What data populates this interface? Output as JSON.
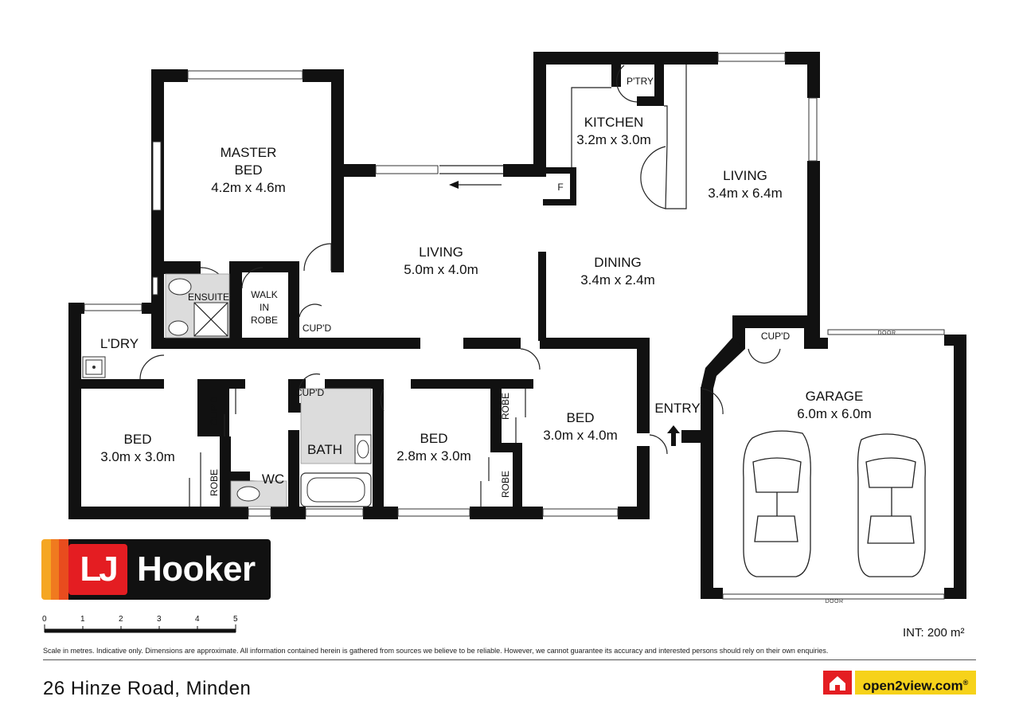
{
  "rooms": {
    "master_bed": {
      "name_line1": "MASTER",
      "name_line2": "BED",
      "size": "4.2m x 4.6m"
    },
    "kitchen": {
      "name": "KITCHEN",
      "size": "3.2m x 3.0m"
    },
    "pantry": "P'TRY",
    "fridge": "F",
    "living_right": {
      "name": "LIVING",
      "size": "3.4m x 6.4m"
    },
    "living_center": {
      "name": "LIVING",
      "size": "5.0m x 4.0m"
    },
    "dining": {
      "name": "DINING",
      "size": "3.4m x 2.4m"
    },
    "ensuite": "ENSUITE",
    "walk_in_robe": {
      "line1": "WALK",
      "line2": "IN",
      "line3": "ROBE"
    },
    "cupd_hall": "CUP'D",
    "laundry": "L'DRY",
    "cupd_garage": "CUP'D",
    "garage": {
      "name": "GARAGE",
      "size": "6.0m x 6.0m"
    },
    "garage_door_top": "DOOR",
    "garage_door_bottom": "DOOR",
    "entry": "ENTRY",
    "bed_left": {
      "name": "BED",
      "size": "3.0m x 3.0m"
    },
    "cupd_vertical": "CUP'D",
    "robe_left": "ROBE",
    "cupd_bath": "CUP'D",
    "bath": "BATH",
    "wc": "WC",
    "bed_middle": {
      "name": "BED",
      "size": "2.8m x 3.0m"
    },
    "robe_mid_top": "ROBE",
    "robe_mid_bottom": "ROBE",
    "bed_right": {
      "name": "BED",
      "size": "3.0m x 4.0m"
    }
  },
  "scale": {
    "ticks": [
      "0",
      "1",
      "2",
      "3",
      "4",
      "5"
    ]
  },
  "disclaimer": "Scale in metres. Indicative only. Dimensions are approximate. All information contained herein is gathered from sources we believe to be reliable. However, we cannot guarantee its accuracy and interested persons should rely on their own enquiries.",
  "address": "26 Hinze Road, Minden",
  "internal_area": "INT: 200 m²",
  "logo": {
    "lj": "LJ",
    "name": "Hooker",
    "brand_red": "#e41d22",
    "stripe_colors": [
      "#f5a623",
      "#f07a1f",
      "#e84c1e"
    ]
  },
  "open2view": {
    "text": "open2view.com",
    "mark": "®",
    "color": "#f6d21a"
  }
}
